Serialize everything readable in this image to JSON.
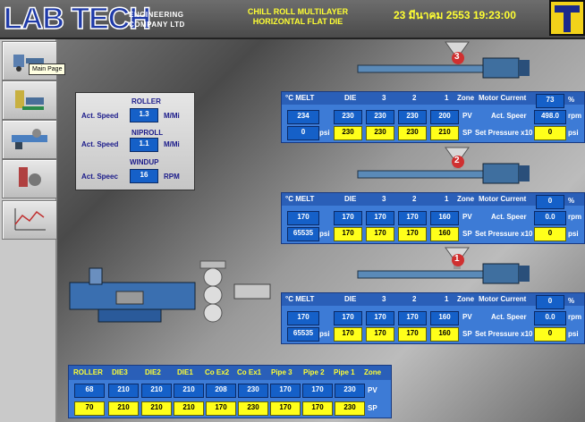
{
  "header": {
    "logo_main": "LAB TECH",
    "logo_sub1": "ENGINEERING",
    "logo_sub2": "COMPANY LTD",
    "title_line1": "CHILL ROLL MULTILAYER",
    "title_line2": "HORIZONTAL FLAT DIE",
    "datetime": "23 มีนาคม 2553 19:23:00"
  },
  "sidebar": {
    "tooltip": "Main Page",
    "items": [
      "main-page",
      "extruder-view",
      "line-view",
      "settings-view",
      "trend-view"
    ]
  },
  "speeds": {
    "roller_label": "ROLLER",
    "roller_act_label": "Act. Speed",
    "roller_value": "1.3",
    "roller_unit": "M/Mi",
    "nip_label": "NIPROLL",
    "nip_act_label": "Act. Speed",
    "nip_value": "1.1",
    "nip_unit": "M/Mi",
    "windup_label": "WINDUP",
    "windup_act_label": "Act. Speec",
    "windup_value": "16",
    "windup_unit": "RPM"
  },
  "extruders": [
    {
      "number": "3",
      "headers": [
        "°C MELT",
        "DIE",
        "3",
        "2",
        "1",
        "Zone"
      ],
      "pv": [
        "234",
        "230",
        "230",
        "230",
        "200"
      ],
      "pv_label": "PV",
      "sp_melt": "0",
      "psi1": "psi",
      "sp": [
        "230",
        "230",
        "230",
        "210"
      ],
      "sp_label": "SP",
      "motor_label": "Motor Current",
      "motor_value": "73",
      "motor_unit": "%",
      "speed_label": "Act. Speer",
      "speed_value": "498.0",
      "speed_unit": "rpm",
      "pressure_label": "Set Pressure x10",
      "pressure_value": "0",
      "pressure_unit": "psi"
    },
    {
      "number": "2",
      "headers": [
        "°C MELT",
        "DIE",
        "3",
        "2",
        "1",
        "Zone"
      ],
      "pv": [
        "170",
        "170",
        "170",
        "170",
        "160"
      ],
      "pv_label": "PV",
      "sp_melt": "65535",
      "psi1": "psi",
      "sp": [
        "170",
        "170",
        "170",
        "160"
      ],
      "sp_label": "SP",
      "motor_label": "Motor Current",
      "motor_value": "0",
      "motor_unit": "%",
      "speed_label": "Act. Speer",
      "speed_value": "0.0",
      "speed_unit": "rpm",
      "pressure_label": "Set Pressure x10",
      "pressure_value": "0",
      "pressure_unit": "psi"
    },
    {
      "number": "1",
      "headers": [
        "°C MELT",
        "DIE",
        "3",
        "2",
        "1",
        "Zone"
      ],
      "pv": [
        "170",
        "170",
        "170",
        "170",
        "160"
      ],
      "pv_label": "PV",
      "sp_melt": "65535",
      "psi1": "psi",
      "sp": [
        "170",
        "170",
        "170",
        "160"
      ],
      "sp_label": "SP",
      "motor_label": "Motor Current",
      "motor_value": "0",
      "motor_unit": "%",
      "speed_label": "Act. Speer",
      "speed_value": "0.0",
      "speed_unit": "rpm",
      "pressure_label": "Set Pressure x10",
      "pressure_value": "0",
      "pressure_unit": "psi"
    }
  ],
  "bottom_table": {
    "headers": [
      "ROLLER",
      "DIE3",
      "DIE2",
      "DIE1",
      "Co Ex2",
      "Co Ex1",
      "Pipe 3",
      "Pipe 2",
      "Pipe 1",
      "Zone"
    ],
    "pv": [
      "68",
      "210",
      "210",
      "210",
      "208",
      "230",
      "170",
      "170",
      "230"
    ],
    "pv_label": "PV",
    "sp": [
      "70",
      "210",
      "210",
      "210",
      "170",
      "230",
      "170",
      "170",
      "230"
    ],
    "sp_label": "SP"
  },
  "colors": {
    "value_blue": "#1560c8",
    "value_yellow": "#ffff1a",
    "header_yellow": "#ffff33"
  }
}
